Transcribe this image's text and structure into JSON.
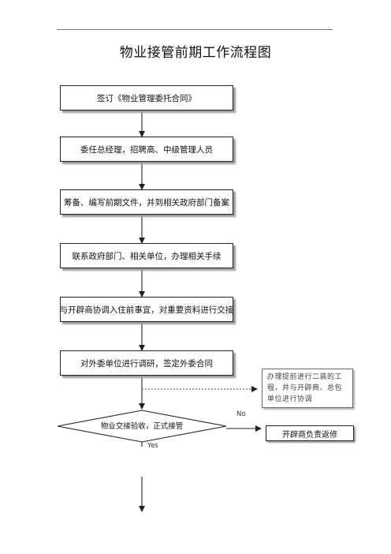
{
  "title": "物业接管前期工作流程图",
  "steps": [
    "签订《物业管理委托合同》",
    "委任总经理，招聘高、中级管理人员",
    "筹备、编写前期文件，并到相关政府部门备案",
    "联系政府部门、相关单位，办理相关手续",
    "与开辟商协调入住前事宜，对重要资料进行交接",
    "对外委单位进行调研，签定外委合同"
  ],
  "side_note": "办理提前进行二装的工程，并与开辟商、总包单位进行协调",
  "decision": "物业交接验收，正式接管",
  "no_label": "No",
  "yes_label": "Yes",
  "no_outcome": "开辟商负责返修"
}
